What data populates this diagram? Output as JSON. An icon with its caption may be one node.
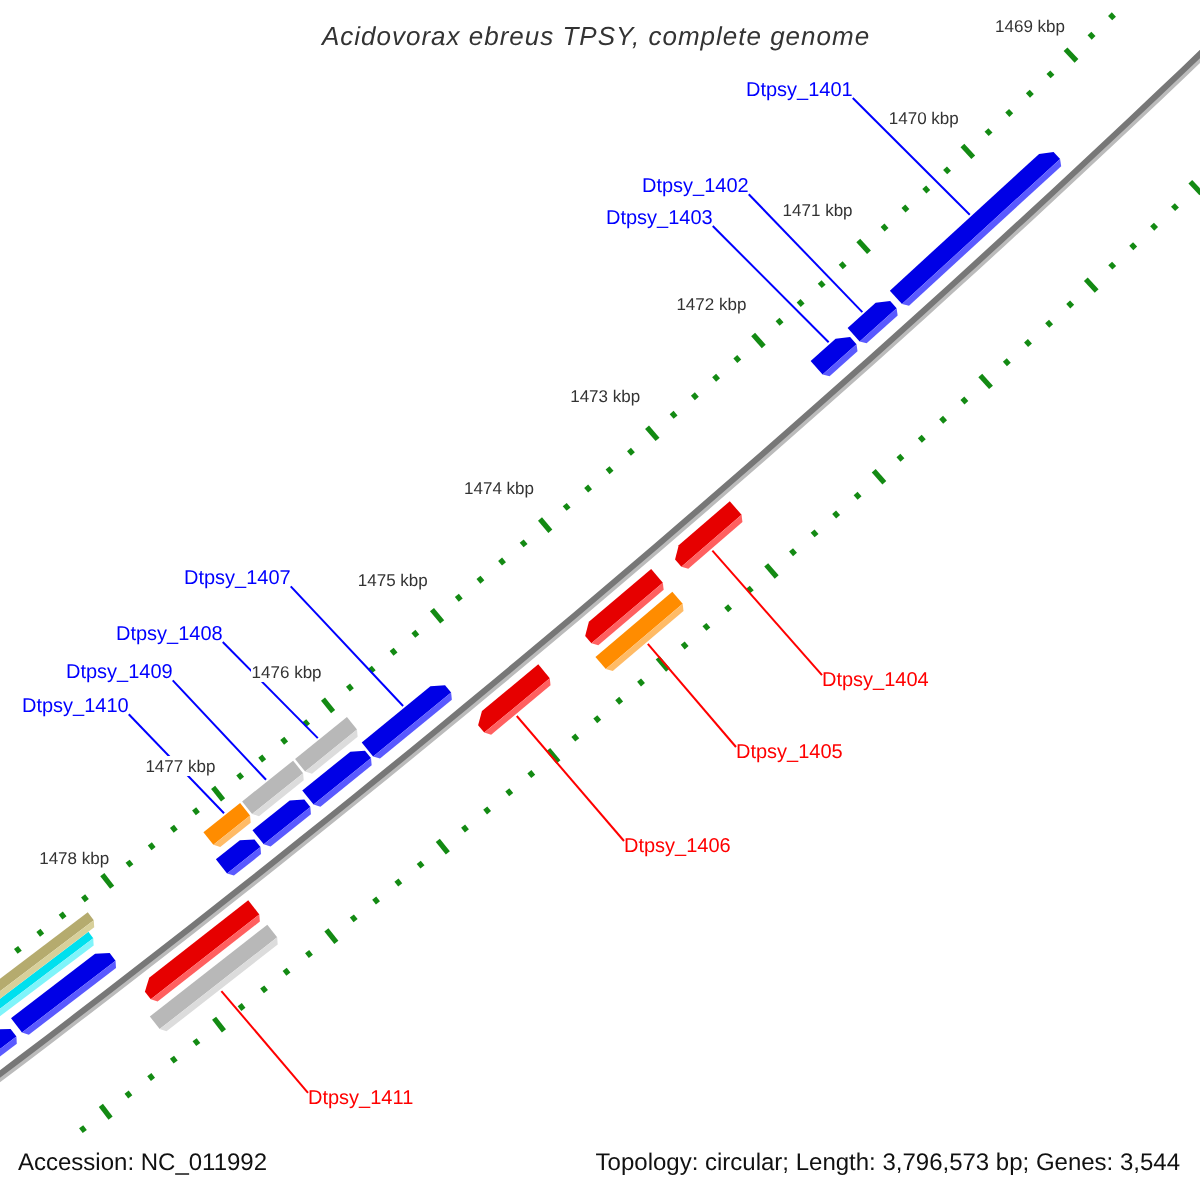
{
  "diagram": {
    "title": "Acidovorax ebreus TPSY, complete genome",
    "nodes": [
      {
        "text": [
          "Dtpsy_1401"
        ]
      },
      {
        "text": [
          "Dtpsy_1402"
        ]
      },
      {
        "text": [
          "Dtpsy_1403"
        ]
      },
      {
        "text": [
          "Dtpsy_1404"
        ]
      },
      {
        "text": [
          "Dtpsy_1405"
        ]
      },
      {
        "text": [
          "Dtpsy_1406"
        ]
      },
      {
        "text": [
          "Dtpsy_1407"
        ]
      },
      {
        "text": [
          "Dtpsy_1408"
        ]
      },
      {
        "text": [
          "Dtpsy_1409"
        ]
      },
      {
        "text": [
          "Dtpsy_1410"
        ]
      },
      {
        "text": [
          "Dtpsy_1411"
        ]
      },
      {
        "text": [],
        "shape": "pentagon"
      },
      {
        "text": [],
        "shape": "pentagon"
      },
      {
        "text": [],
        "shape": "pentagon"
      },
      {
        "text": [],
        "shape": "pentagon"
      },
      {
        "text": [],
        "shape": "pentagon"
      },
      {
        "text": [],
        "shape": "pentagon"
      },
      {
        "text": [],
        "shape": "pentagon"
      },
      {
        "text": [],
        "shape": "pentagon"
      },
      {
        "text": [],
        "shape": "pentagon"
      },
      {
        "text": [],
        "shape": "bar"
      },
      {
        "text": [],
        "shape": "bar"
      },
      {
        "text": [],
        "shape": "bar"
      },
      {
        "text": [],
        "shape": "bar"
      },
      {
        "text": [],
        "shape": "bar"
      },
      {
        "text": [],
        "shape": "pentagon"
      },
      {
        "text": [],
        "shape": "pentagon"
      },
      {
        "text": [],
        "shape": "pentagon"
      },
      {
        "text": [],
        "shape": "pentagon"
      },
      {
        "text": [],
        "shape": "bar"
      },
      {
        "text": [],
        "shape": "bar"
      }
    ],
    "edges": [
      {
        "from": 0,
        "to": 11,
        "arrow": "none"
      },
      {
        "from": 1,
        "to": 12,
        "arrow": "none"
      },
      {
        "from": 2,
        "to": 13,
        "arrow": "none"
      },
      {
        "from": 3,
        "to": 25,
        "arrow": "none",
        "color": "#ff0000"
      },
      {
        "from": 4,
        "to": 29,
        "arrow": "none",
        "color": "#ff0000"
      },
      {
        "from": 5,
        "to": 27,
        "arrow": "none",
        "color": "#ff0000"
      },
      {
        "from": 6,
        "to": 14,
        "arrow": "none"
      },
      {
        "from": 7,
        "to": 20,
        "arrow": "none"
      },
      {
        "from": 8,
        "to": 21,
        "arrow": "none"
      },
      {
        "from": 9,
        "to": 22,
        "arrow": "none"
      },
      {
        "from": 10,
        "to": 30,
        "arrow": "none",
        "color": "#ff0000"
      }
    ],
    "labels": [
      "1469 kbp",
      "1470 kbp",
      "1471 kbp",
      "1472 kbp",
      "1473 kbp",
      "1474 kbp",
      "1475 kbp",
      "1476 kbp",
      "1477 kbp",
      "1478 kbp",
      "Accession: NC_011992",
      "Topology: circular; Length: 3,796,573 bp; Genes: 3,544"
    ]
  }
}
